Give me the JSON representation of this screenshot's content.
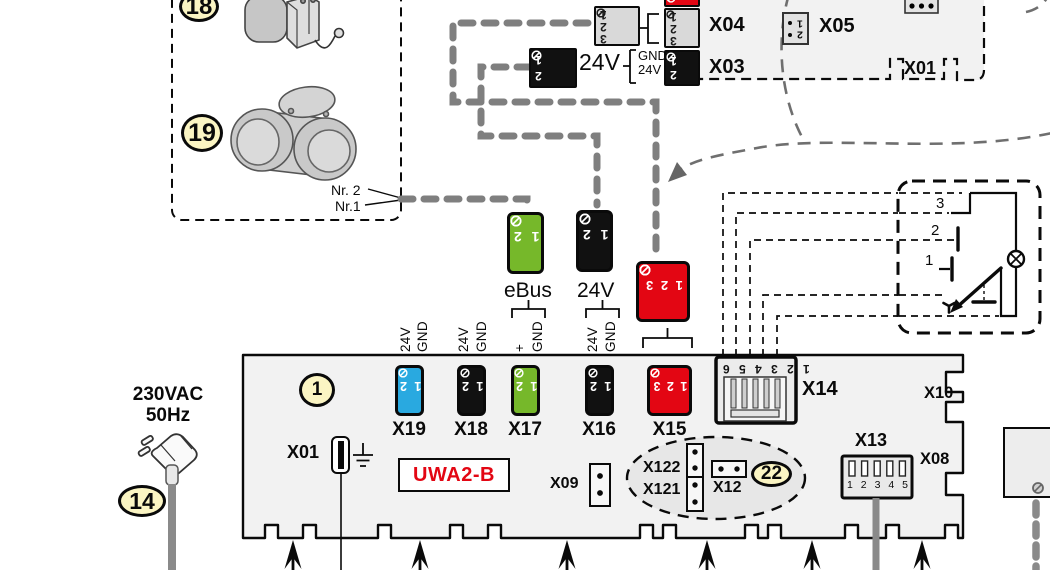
{
  "colors": {
    "red": "#E30613",
    "green": "#76B82A",
    "blue": "#29A9E0",
    "callout_yellow": "#FBF5C3",
    "wire_gray": "#7f7f7f",
    "board_gray": "#f2f2f2"
  },
  "callouts": {
    "c1": "1",
    "c14": "14",
    "c18": "18",
    "c19": "19",
    "c22": "22"
  },
  "digits": [
    "1",
    "2",
    "3"
  ],
  "pins": {
    "two": "1 2",
    "three": "1 2 3",
    "six": "1 2 3 4 5 6"
  },
  "top_left_box": {
    "nr2": "Nr. 2",
    "nr1": "Nr.1"
  },
  "top_board": {
    "x04": "X04",
    "x05": "X05",
    "x03": "X03",
    "x01": "X01",
    "supply": "24V",
    "bracket_top": "GND",
    "bracket_bottom": "24V"
  },
  "mid_connectors": {
    "ebus": "eBus",
    "v24": "24V"
  },
  "pin_labels": {
    "x19_1": "24V",
    "x19_2": "GND",
    "x18_1": "24V",
    "x18_2": "GND",
    "x17_1": "+",
    "x17_2": "GND",
    "x16_1": "24V",
    "x16_2": "GND"
  },
  "main_board": {
    "name": "UWA2-B",
    "x19": "X19",
    "x18": "X18",
    "x17": "X17",
    "x16": "X16",
    "x15": "X15",
    "x14": "X14",
    "x13": "X13",
    "x12": "X12",
    "x122": "X122",
    "x121": "X121",
    "x10": "X10",
    "x09": "X09",
    "x08": "X08",
    "x01": "X01"
  },
  "x13_pins": [
    "1",
    "2",
    "3",
    "4",
    "5"
  ],
  "relay_switch": {
    "c1": "1",
    "c2": "2",
    "c3": "3"
  },
  "power": {
    "voltage": "230VAC",
    "frequency": "50Hz"
  }
}
